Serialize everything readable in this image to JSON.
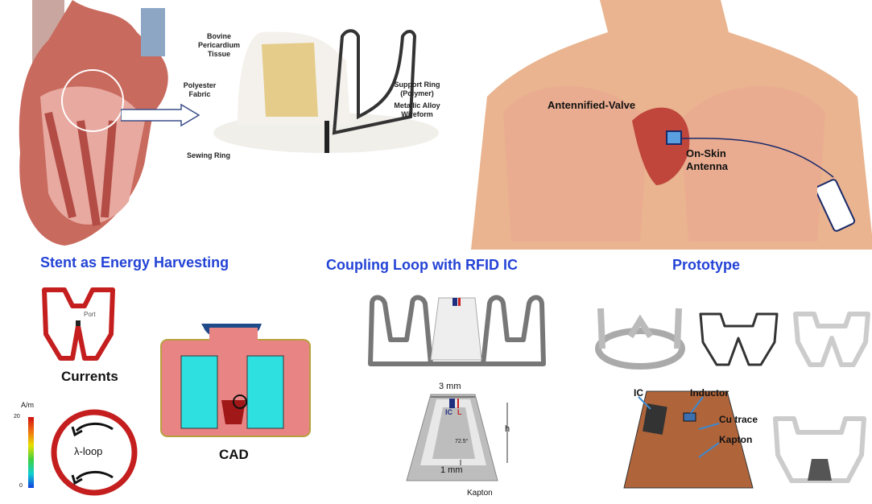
{
  "valve_labels": {
    "tissue": "Bovine Pericardium Tissue",
    "fabric": "Polyester Fabric",
    "sewing": "Sewing Ring",
    "support": "Support Ring (Polymer)",
    "wireform": "Metallic Alloy Wireform"
  },
  "torso_labels": {
    "valve": "Antennified-Valve",
    "antenna": "On-Skin Antenna"
  },
  "sections": {
    "stent": "Stent as Energy Harvesting",
    "coupling": "Coupling Loop with RFID IC",
    "prototype": "Prototype"
  },
  "stent_panel": {
    "port": "Port",
    "currents": "Currents",
    "cad": "CAD",
    "unit": "A/m",
    "scale_max": "20",
    "scale_min": "0",
    "loop": "λ-loop"
  },
  "coupling_panel": {
    "width_top": "3 mm",
    "ic": "IC",
    "inductor": "L",
    "angle": "72.5°",
    "height": "h",
    "gap": "1 mm",
    "substrate": "Kapton"
  },
  "prototype_panel": {
    "ic": "IC",
    "inductor": "Inductor",
    "trace": "Cu trace",
    "substrate": "Kapton"
  },
  "colors": {
    "title": "#2343d6",
    "skin": "#e9b48f",
    "heart": "#c0463c"
  }
}
